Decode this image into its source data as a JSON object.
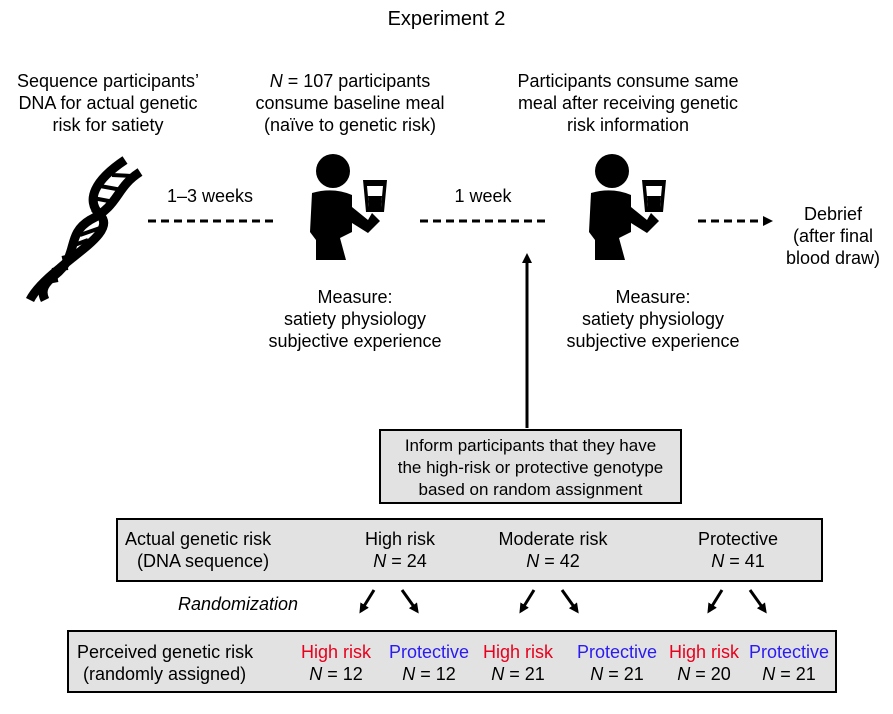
{
  "title": "Experiment 2",
  "steps": {
    "sequence": [
      "Sequence participants’",
      "DNA for actual genetic",
      "risk for satiety"
    ],
    "baseline": {
      "line1_n": "N",
      "line1_rest": " = 107 participants",
      "line2": "consume baseline meal",
      "line3": "(naïve to genetic risk)"
    },
    "second": [
      "Participants consume same",
      "meal after receiving genetic",
      "risk information"
    ]
  },
  "intervals": {
    "first": "1–3 weeks",
    "second": "1 week"
  },
  "debrief": [
    "Debrief",
    "(after final",
    "blood draw)"
  ],
  "measure": [
    "Measure:",
    "satiety physiology",
    "subjective experience"
  ],
  "inform_box": [
    "Inform participants that they have",
    "the high-risk or protective genotype",
    "based on random assignment"
  ],
  "actual": {
    "label": [
      "Actual genetic risk",
      "(DNA sequence)"
    ],
    "groups": [
      {
        "name": "High risk",
        "n": "24"
      },
      {
        "name": "Moderate risk",
        "n": "42"
      },
      {
        "name": "Protective",
        "n": "41"
      }
    ]
  },
  "randomization_label": "Randomization",
  "perceived": {
    "label": [
      "Perceived genetic risk",
      "(randomly assigned)"
    ],
    "groups": [
      {
        "name": "High risk",
        "n": "12",
        "color": "#e8001c"
      },
      {
        "name": "Protective",
        "n": "12",
        "color": "#2a1bf0"
      },
      {
        "name": "High risk",
        "n": "21",
        "color": "#e8001c"
      },
      {
        "name": "Protective",
        "n": "21",
        "color": "#2a1bf0"
      },
      {
        "name": "High risk",
        "n": "20",
        "color": "#e8001c"
      },
      {
        "name": "Protective",
        "n": "21",
        "color": "#2a1bf0"
      }
    ]
  },
  "n_symbol": "N",
  "equals": " = ",
  "icons": [
    "dna-helix-icon",
    "person-drinking-icon"
  ]
}
